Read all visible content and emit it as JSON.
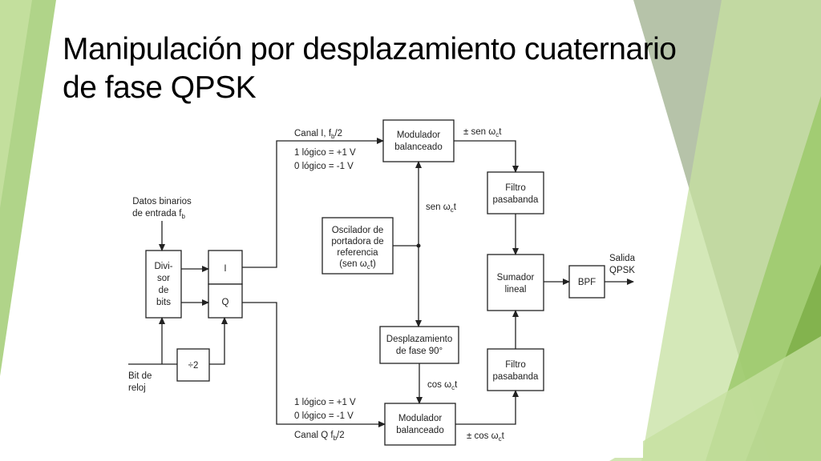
{
  "title": {
    "line1": "Manipulación por desplazamiento cuaternario",
    "line2": "de fase QPSK"
  },
  "colors": {
    "green_light": "#c5e0a0",
    "green_mid": "#9cc96b",
    "green_dark": "#7fb04a",
    "gray_green": "#a9b99a"
  },
  "diagram": {
    "input": {
      "l1": "Datos binarios",
      "l2": "de entrada f",
      "sub": "b"
    },
    "clock": {
      "l1": "Bit de",
      "l2": "reloj"
    },
    "divider": {
      "l1": "Divi-",
      "l2": "sor",
      "l3": "de",
      "l4": "bits"
    },
    "i_box": "I",
    "q_box": "Q",
    "div2": "÷2",
    "canal_i": {
      "main": "Canal I, f",
      "sub": "b",
      "tail": "/2"
    },
    "canal_i_l1": "1 lógico = +1 V",
    "canal_i_l0": "0 lógico = -1 V",
    "canal_q": {
      "main": "Canal Q f",
      "sub": "b",
      "tail": "/2"
    },
    "canal_q_l1": "1 lógico = +1 V",
    "canal_q_l0": "0 lógico = -1 V",
    "mod_top": {
      "l1": "Modulador",
      "l2": "balanceado"
    },
    "mod_bot": {
      "l1": "Modulador",
      "l2": "balanceado"
    },
    "osc": {
      "l1": "Oscilador de",
      "l2": "portadora de",
      "l3": "referencia",
      "l4a": "(sen ω",
      "l4sub": "c",
      "l4b": "t)"
    },
    "sen_label": {
      "a": "sen ω",
      "sub": "c",
      "b": "t"
    },
    "shift": {
      "l1": "Desplazamiento",
      "l2": "de fase 90°"
    },
    "cos_label": {
      "a": "cos ω",
      "sub": "c",
      "b": "t"
    },
    "pm_sen": {
      "a": "± sen ω",
      "sub": "c",
      "b": "t"
    },
    "pm_cos": {
      "a": "± cos ω",
      "sub": "c",
      "b": "t"
    },
    "filt_top": {
      "l1": "Filtro",
      "l2": "pasabanda"
    },
    "filt_bot": {
      "l1": "Filtro",
      "l2": "pasabanda"
    },
    "sum": {
      "l1": "Sumador",
      "l2": "lineal"
    },
    "bpf": "BPF",
    "output": {
      "l1": "Salida",
      "l2": "QPSK"
    }
  }
}
